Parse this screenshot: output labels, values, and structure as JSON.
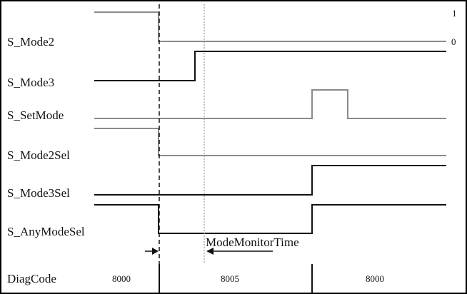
{
  "diagram": {
    "level_high": "1",
    "level_low": "0",
    "signals": [
      {
        "name": "S_Mode2"
      },
      {
        "name": "S_Mode3"
      },
      {
        "name": "S_SetMode"
      },
      {
        "name": "S_Mode2Sel"
      },
      {
        "name": "S_Mode3Sel"
      },
      {
        "name": "S_AnyModeSel"
      }
    ],
    "diag_code_label": "DiagCode",
    "diag_codes": [
      "8000",
      "8005",
      "8000"
    ],
    "annotation": "ModeMonitorTime"
  }
}
